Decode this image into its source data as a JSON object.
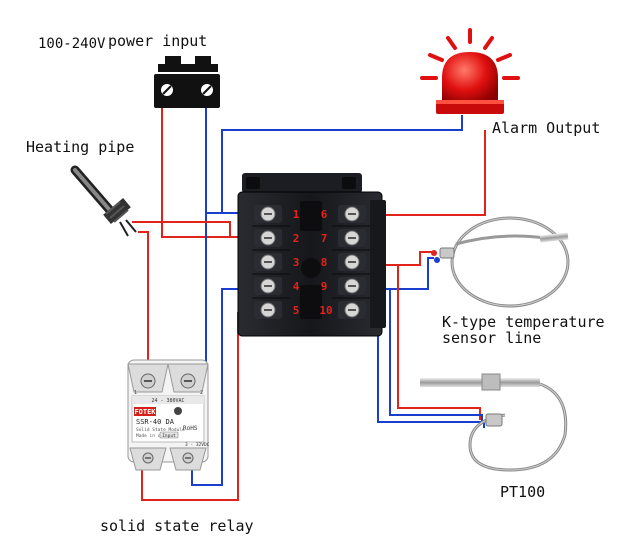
{
  "labels": {
    "voltage": "100-240V",
    "power_input": "power input",
    "heating_pipe": "Heating pipe",
    "alarm_output": "Alarm Output",
    "k_type_line1": "K-type temperature",
    "k_type_line2": "sensor line",
    "pt100": "PT100",
    "ssr": "solid state relay"
  },
  "terminals": {
    "left": [
      "1",
      "2",
      "3",
      "4",
      "5"
    ],
    "right": [
      "6",
      "7",
      "8",
      "9",
      "10"
    ]
  },
  "relay": {
    "brand": "FOTEK",
    "model": "SSR-40 DA",
    "subtitle": "Solid State Module",
    "made_in": "Made in china",
    "load_rating": "24 - 380VAC",
    "input_label": "Input",
    "input_rating": "3 - 32VDC",
    "rohs": "RoHS",
    "terminal_nums": [
      "1",
      "2",
      "3",
      "4"
    ]
  },
  "colors": {
    "red_wire": "#e0241c",
    "blue_wire": "#1a3fd0",
    "controller": "#1c1d22",
    "terminal_number": "#e2231a",
    "alarm_red": "#e01010"
  }
}
